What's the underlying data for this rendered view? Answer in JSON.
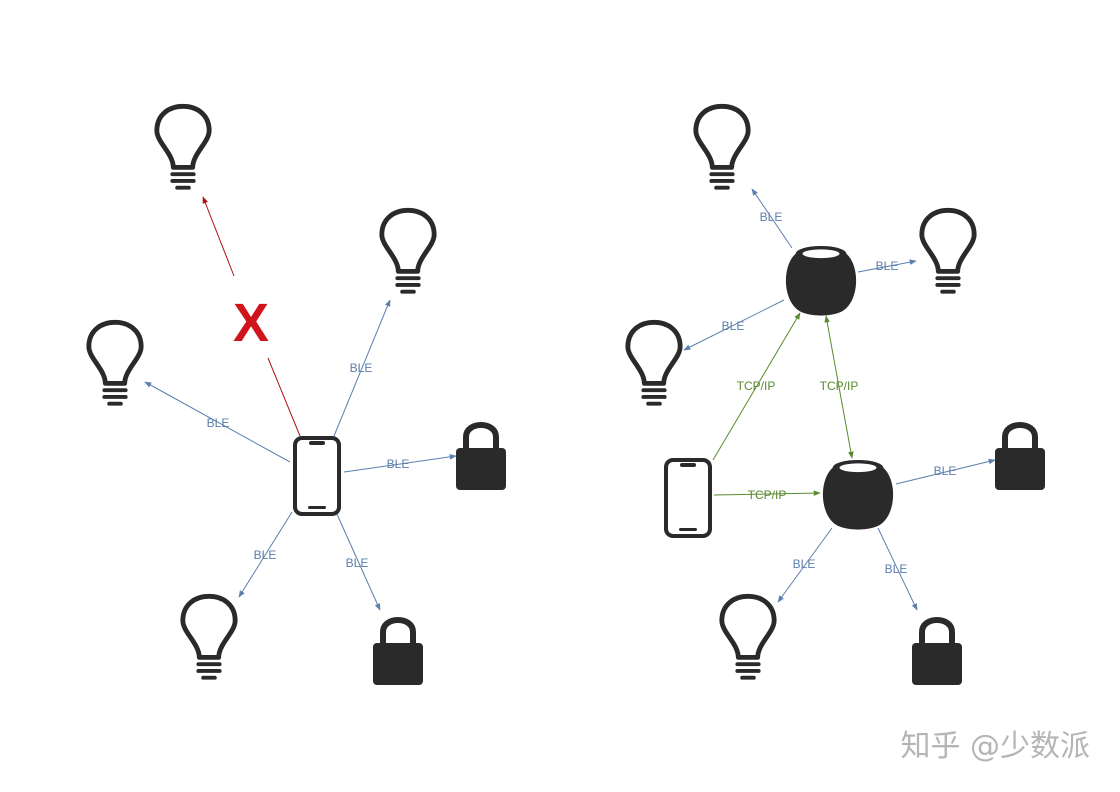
{
  "labels": {
    "ble": "BLE",
    "tcp": "TCP/IP",
    "blocked": "X"
  },
  "watermark": "知乎 @少数派",
  "colors": {
    "ble": "#5b7fae",
    "tcp": "#5a8a2e",
    "blocked": "#b01010",
    "icon": "#2a2a2a"
  },
  "icons": {
    "bulb": "lightbulb-icon",
    "lock": "lock-icon",
    "phone": "smartphone-icon",
    "hub": "smart-speaker-icon"
  }
}
